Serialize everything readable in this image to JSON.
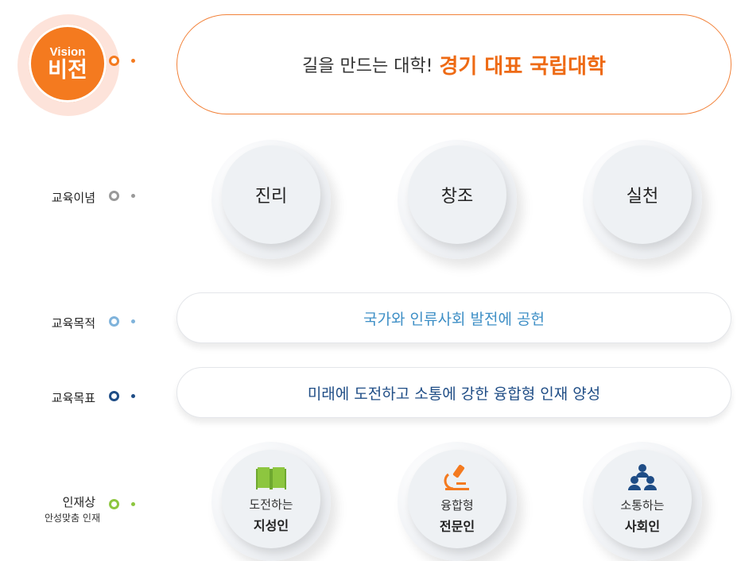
{
  "vision": {
    "badge_en": "Vision",
    "badge_ko": "비전",
    "statement_plain": "길을 만드는 대학!",
    "statement_accent": "경기 대표 국립대학",
    "color": "#f47a1f"
  },
  "philosophy": {
    "label": "교육이념",
    "items": [
      {
        "title": "진리"
      },
      {
        "title": "창조"
      },
      {
        "title": "실천"
      }
    ],
    "color": "#999999"
  },
  "purpose": {
    "label": "교육목적",
    "text": "국가와 인류사회 발전에 공헌",
    "color": "#7fb3db"
  },
  "goal": {
    "label": "교육목표",
    "text": "미래에 도전하고 소통에 강한 융합형 인재 양성",
    "color": "#1f4d86"
  },
  "talent": {
    "label": "인재상",
    "sublabel": "안성맞춤 인재",
    "color": "#8dc63f",
    "items": [
      {
        "line1": "도전하는",
        "line2": "지성인",
        "icon": "book-icon",
        "icon_color": "#8dc63f"
      },
      {
        "line1": "융합형",
        "line2": "전문인",
        "icon": "microscope-icon",
        "icon_color": "#f47a1f"
      },
      {
        "line1": "소통하는",
        "line2": "사회인",
        "icon": "people-icon",
        "icon_color": "#1f4d86"
      }
    ]
  }
}
